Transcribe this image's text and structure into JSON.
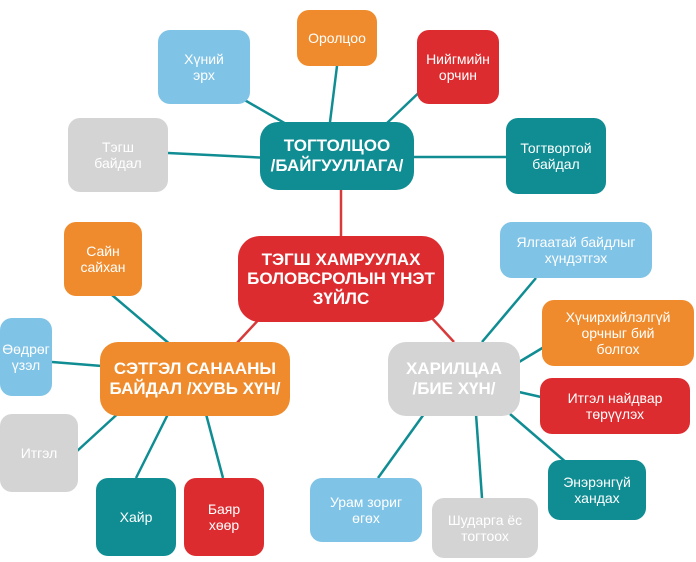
{
  "colors": {
    "red": "#dd2c2f",
    "teal": "#0f8d93",
    "orange": "#ef8b2c",
    "gray": "#d4d4d4",
    "blue": "#7fc3e6",
    "link_teal": "#0f8d93",
    "link_red": "#d83a3a"
  },
  "center": {
    "text": "ТЭГШ ХАМРУУЛАХ\nБОЛОВСРОЛЫН ҮНЭТ\nЗҮЙЛС"
  },
  "hubs": {
    "system": {
      "text": "ТОГТОЛЦОО\n/БАЙГУУЛЛАГА/"
    },
    "mind": {
      "text": "СЭТГЭЛ САНААНЫ\nБАЙДАЛ /ХУВЬ ХҮН/"
    },
    "relation": {
      "text": "ХАРИЛЦАА\n/БИЕ ХҮН/"
    }
  },
  "leaves": {
    "human_rights": "Хүний\nэрх",
    "participation": "Оролцоо",
    "social_env": "Нийгмийн\nорчин",
    "equality": "Тэгш\nбайдал",
    "stability": "Тогтвортой\nбайдал",
    "good": "Сайн\nсайхан",
    "confidence": "Өөдрөг\nүзэл",
    "trust": "Итгэл",
    "love": "Хайр",
    "joy": "Баяр\nхөөр",
    "respect_diff": "Ялгаатай байдлыг\nхүндэтгэх",
    "env_respect": "Хүчирхийлэлгүй\nорчныг бий\nболгох",
    "build_trust": "Итгэл найдвар\nтөрүүлэх",
    "care": "Энэрэнгүй\nхандах",
    "fairness": "Шударга ёс\nтогтоох",
    "encourage": "Урам зориг\nөгөх"
  }
}
